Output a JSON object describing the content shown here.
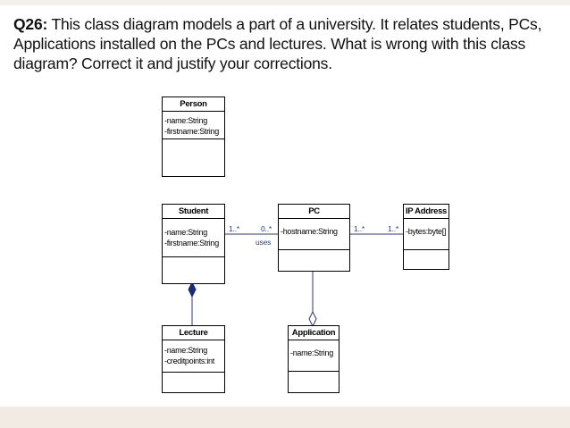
{
  "question": {
    "number": "Q26:",
    "text": "This class diagram models a part of a university. It relates students, PCs, Applications installed on the PCs and lectures. What is wrong with this class diagram? Correct it and justify your corrections."
  },
  "classes": {
    "person": {
      "name": "Person",
      "attrs": [
        "-name:String",
        "-firstname:String"
      ]
    },
    "student": {
      "name": "Student",
      "attrs": [
        "-name:String",
        "-firstname:String"
      ]
    },
    "pc": {
      "name": "PC",
      "attrs": [
        "-hostname:String"
      ]
    },
    "ip": {
      "name": "IP Address",
      "attrs": [
        "-bytes:byte[]"
      ]
    },
    "lecture": {
      "name": "Lecture",
      "attrs": [
        "-name:String",
        "-creditpoints:int"
      ]
    },
    "application": {
      "name": "Application",
      "attrs": [
        "-name:String"
      ]
    }
  },
  "associations": {
    "student_pc": {
      "mult_left": "1..*",
      "mult_right": "0..*",
      "role": "uses"
    },
    "pc_ip": {
      "mult_left": "1..*",
      "mult_right": "1..*"
    }
  },
  "colors": {
    "label_color": "#2a3a8c",
    "line_color": "#2a3a8c"
  }
}
